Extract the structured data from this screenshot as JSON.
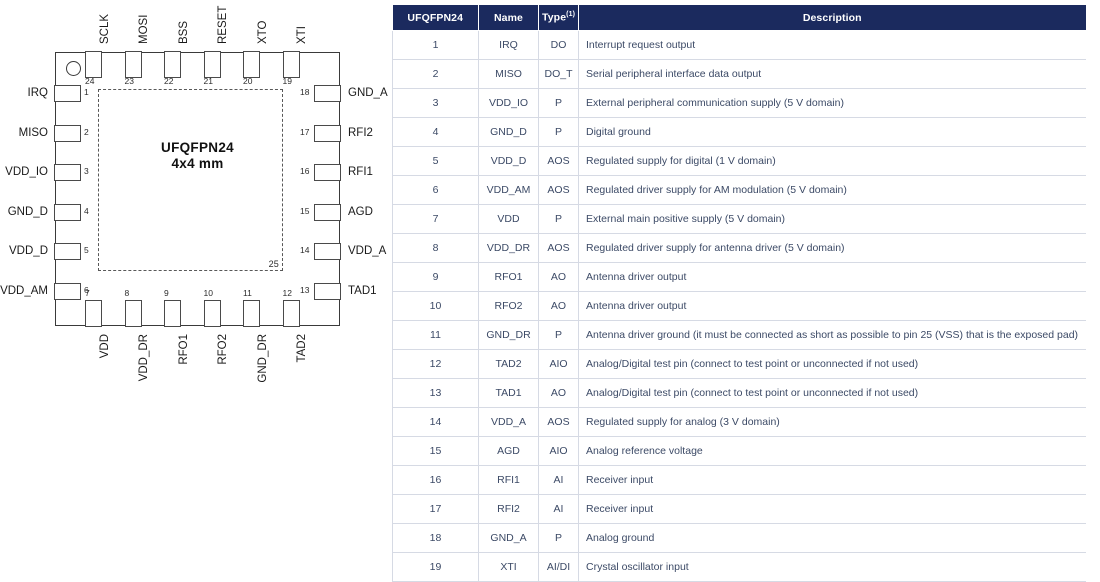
{
  "package_diagram": {
    "center_title": "UFQFPN24",
    "center_subtitle": "4x4 mm",
    "exposed_pad_number": "25",
    "pin1_indicator": "circle",
    "top_pins": [
      {
        "num": "24",
        "name": "SCLK"
      },
      {
        "num": "23",
        "name": "MOSI"
      },
      {
        "num": "22",
        "name": "BSS"
      },
      {
        "num": "21",
        "name": "RESET"
      },
      {
        "num": "20",
        "name": "XTO"
      },
      {
        "num": "19",
        "name": "XTI"
      }
    ],
    "left_pins": [
      {
        "num": "1",
        "name": "IRQ"
      },
      {
        "num": "2",
        "name": "MISO"
      },
      {
        "num": "3",
        "name": "VDD_IO"
      },
      {
        "num": "4",
        "name": "GND_D"
      },
      {
        "num": "5",
        "name": "VDD_D"
      },
      {
        "num": "6",
        "name": "VDD_AM"
      }
    ],
    "right_pins": [
      {
        "num": "18",
        "name": "GND_A"
      },
      {
        "num": "17",
        "name": "RFI2"
      },
      {
        "num": "16",
        "name": "RFI1"
      },
      {
        "num": "15",
        "name": "AGD"
      },
      {
        "num": "14",
        "name": "VDD_A"
      },
      {
        "num": "13",
        "name": "TAD1"
      }
    ],
    "bottom_pins": [
      {
        "num": "7",
        "name": "VDD"
      },
      {
        "num": "8",
        "name": "VDD_DR"
      },
      {
        "num": "9",
        "name": "RFO1"
      },
      {
        "num": "10",
        "name": "RFO2"
      },
      {
        "num": "11",
        "name": "GND_DR"
      },
      {
        "num": "12",
        "name": "TAD2"
      }
    ]
  },
  "pin_table": {
    "headers": {
      "pin": "UFQFPN24",
      "name": "Name",
      "type": "Type",
      "type_footnote": "(1)",
      "description": "Description"
    },
    "rows": [
      {
        "pin": "1",
        "name": "IRQ",
        "type": "DO",
        "description": "Interrupt request output"
      },
      {
        "pin": "2",
        "name": "MISO",
        "type": "DO_T",
        "description": "Serial peripheral interface data output"
      },
      {
        "pin": "3",
        "name": "VDD_IO",
        "type": "P",
        "description": "External peripheral communication supply (5 V domain)"
      },
      {
        "pin": "4",
        "name": "GND_D",
        "type": "P",
        "description": "Digital ground"
      },
      {
        "pin": "5",
        "name": "VDD_D",
        "type": "AOS",
        "description": "Regulated supply for digital (1 V domain)"
      },
      {
        "pin": "6",
        "name": "VDD_AM",
        "type": "AOS",
        "description": "Regulated driver supply for AM modulation (5 V domain)"
      },
      {
        "pin": "7",
        "name": "VDD",
        "type": "P",
        "description": "External main positive supply (5 V domain)"
      },
      {
        "pin": "8",
        "name": "VDD_DR",
        "type": "AOS",
        "description": "Regulated driver supply for antenna driver (5 V domain)"
      },
      {
        "pin": "9",
        "name": "RFO1",
        "type": "AO",
        "description": "Antenna driver output"
      },
      {
        "pin": "10",
        "name": "RFO2",
        "type": "AO",
        "description": "Antenna driver output"
      },
      {
        "pin": "11",
        "name": "GND_DR",
        "type": "P",
        "description": "Antenna driver ground (it must be connected as short as possible to pin 25 (VSS) that is the exposed pad)"
      },
      {
        "pin": "12",
        "name": "TAD2",
        "type": "AIO",
        "description": "Analog/Digital test pin (connect to test point or unconnected if not used)"
      },
      {
        "pin": "13",
        "name": "TAD1",
        "type": "AO",
        "description": "Analog/Digital test pin (connect to test point or unconnected if not used)"
      },
      {
        "pin": "14",
        "name": "VDD_A",
        "type": "AOS",
        "description": "Regulated supply for analog (3 V domain)"
      },
      {
        "pin": "15",
        "name": "AGD",
        "type": "AIO",
        "description": "Analog reference voltage"
      },
      {
        "pin": "16",
        "name": "RFI1",
        "type": "AI",
        "description": "Receiver input"
      },
      {
        "pin": "17",
        "name": "RFI2",
        "type": "AI",
        "description": "Receiver input"
      },
      {
        "pin": "18",
        "name": "GND_A",
        "type": "P",
        "description": "Analog ground"
      },
      {
        "pin": "19",
        "name": "XTI",
        "type": "AI/DI",
        "description": "Crystal oscillator input"
      }
    ]
  },
  "colors": {
    "header_bg": "#1b2a5e",
    "header_text": "#ffffff",
    "body_text": "#3c4a66",
    "grid_line": "#d6dae4",
    "outline": "#3a3a3a"
  }
}
